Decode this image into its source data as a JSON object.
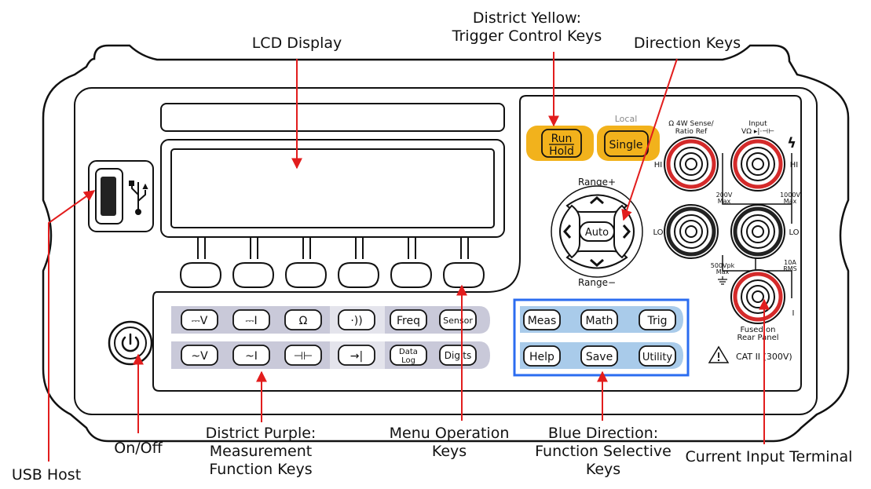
{
  "callouts": {
    "lcd": "LCD Display",
    "yellow_1": "District Yellow:",
    "yellow_2": "Trigger Control Keys",
    "direction": "Direction Keys",
    "usb": "USB Host",
    "onoff": "On/Off",
    "purple_1": "District Purple:",
    "purple_2": "Measurement",
    "purple_3": "Function Keys",
    "menu_1": "Menu Operation",
    "menu_2": "Keys",
    "blue_1": "Blue Direction:",
    "blue_2": "Function Selective",
    "blue_3": "Keys",
    "current": "Current Input Terminal"
  },
  "keys": {
    "run": "Run",
    "hold": "Hold",
    "local": "Local",
    "single": "Single",
    "range_plus": "Range+",
    "range_minus": "Range−",
    "auto": "Auto",
    "dcv": "⎓V",
    "dci": "⎓I",
    "ohm": "Ω",
    "continuity": "·))",
    "freq": "Freq",
    "sensor": "Sensor",
    "acv": "~V",
    "aci": "~I",
    "cap": "⊣⊢",
    "diode": "→|",
    "data": "Data",
    "log": "Log",
    "digits": "Digits",
    "meas": "Meas",
    "math": "Math",
    "trig": "Trig",
    "help": "Help",
    "save": "Save",
    "utility": "Utility"
  },
  "terminals": {
    "sense_1": "Ω 4W Sense/",
    "sense_2": "Ratio Ref",
    "input_1": "Input",
    "input_2": "VΩ ▸|·⊣⊢",
    "hi_left": "HI",
    "hi_right": "HI",
    "lo_left": "LO",
    "lo_right": "LO",
    "v200_1": "200V",
    "v200_2": "Max",
    "v1000_1": "1000V",
    "v1000_2": "Max",
    "vpk_1": "500Vpk",
    "vpk_2": "Max",
    "a10_1": "10A",
    "a10_2": "RMS",
    "i_label": "I",
    "fused_1": "Fused on",
    "fused_2": "Rear Panel",
    "cat": "CAT II (300V)",
    "bolt": "ϟ"
  },
  "colors": {
    "yellow": "#F2B21C",
    "blue": "#2B6CF0",
    "purple": "#C9C9D9",
    "red": "#E21D1D",
    "terminal_red": "#D42A2A"
  }
}
